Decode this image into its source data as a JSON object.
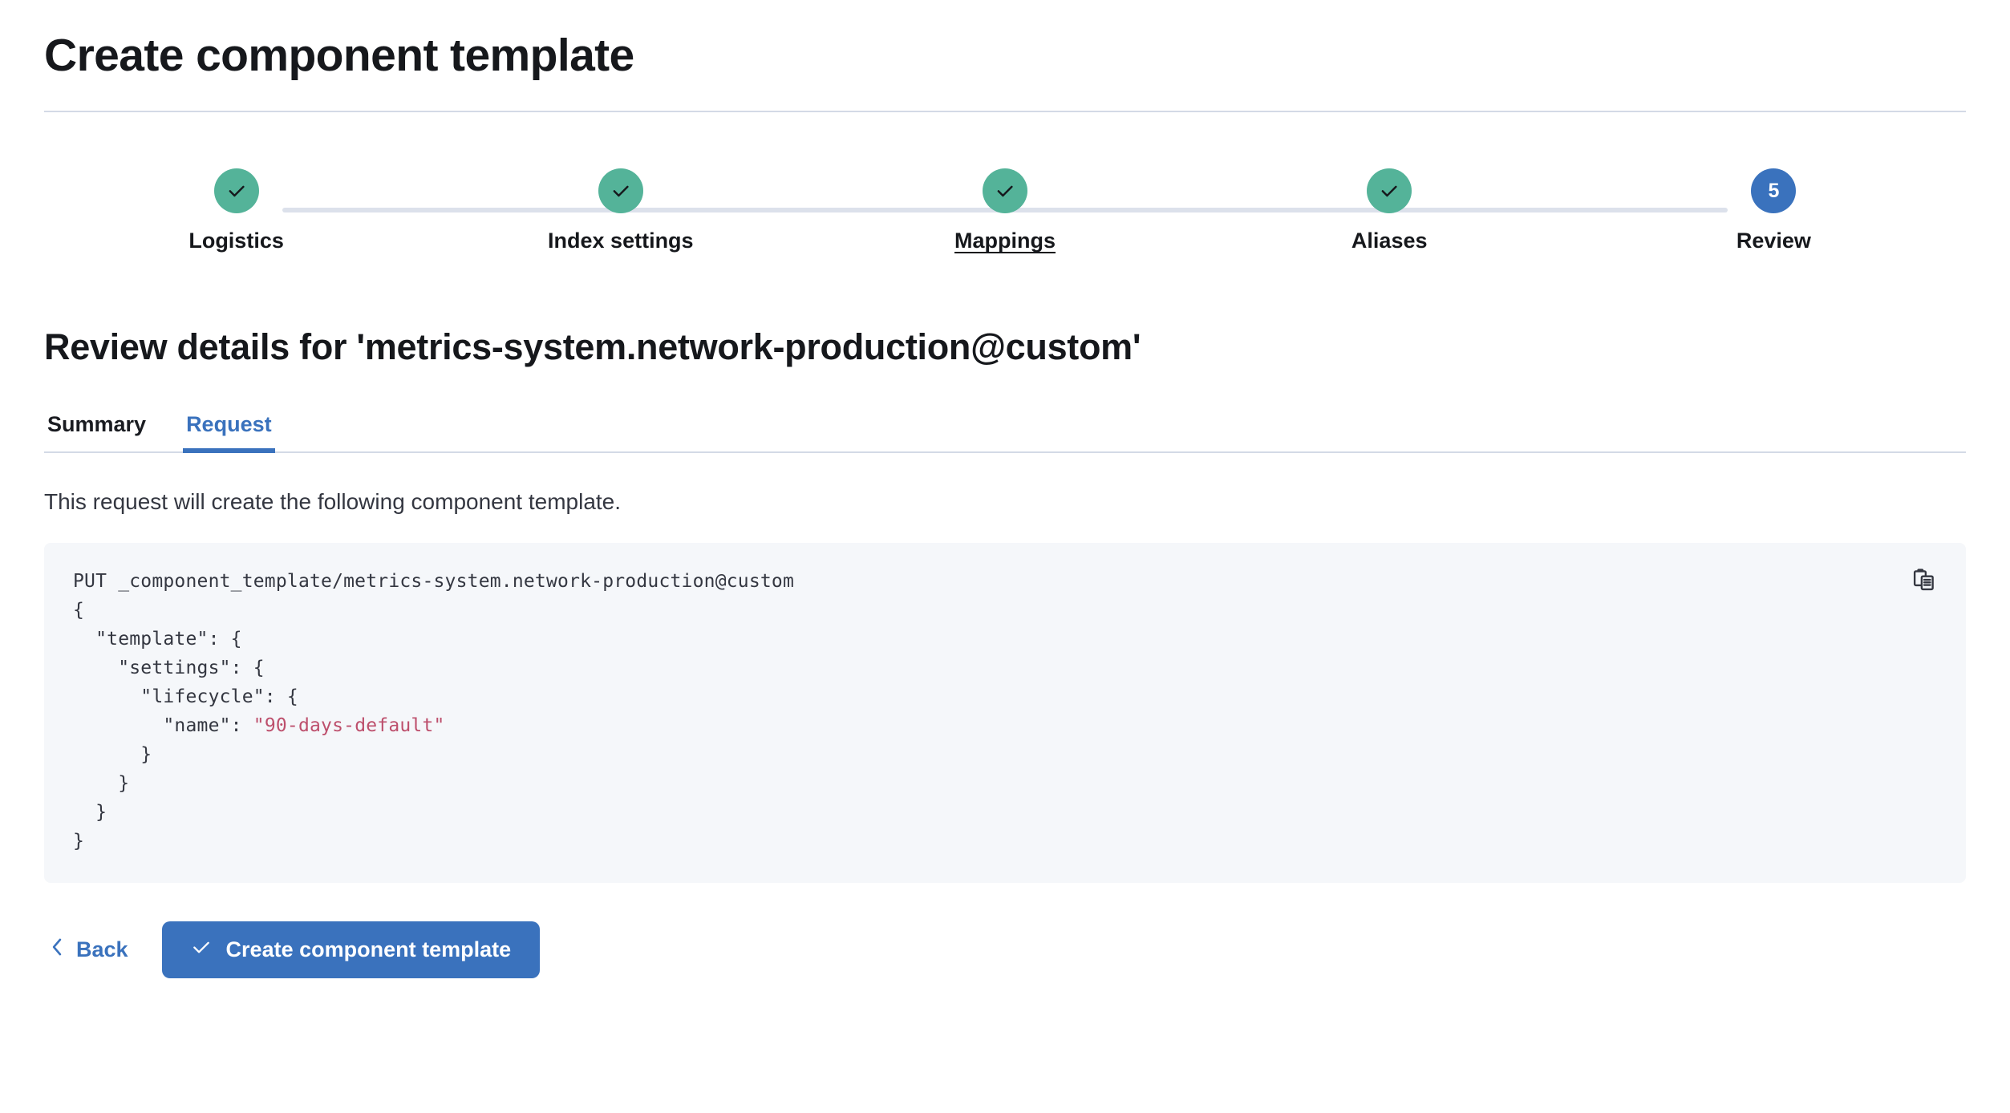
{
  "header": {
    "title": "Create component template"
  },
  "stepper": {
    "steps": [
      {
        "label": "Logistics",
        "state": "complete",
        "icon": "check-icon",
        "hovered": false
      },
      {
        "label": "Index settings",
        "state": "complete",
        "icon": "check-icon",
        "hovered": false
      },
      {
        "label": "Mappings",
        "state": "complete",
        "icon": "check-icon",
        "hovered": true
      },
      {
        "label": "Aliases",
        "state": "complete",
        "icon": "check-icon",
        "hovered": false
      },
      {
        "label": "Review",
        "state": "current",
        "number": "5",
        "hovered": false
      }
    ],
    "colors": {
      "complete": "#54B399",
      "current": "#3A72BD",
      "track": "#DCE1EB"
    }
  },
  "review": {
    "heading": "Review details for 'metrics-system.network-production@custom'",
    "tabs": [
      {
        "label": "Summary",
        "active": false
      },
      {
        "label": "Request",
        "active": true
      }
    ],
    "description": "This request will create the following component template.",
    "accent_color": "#3A72BD"
  },
  "code": {
    "copy_icon": "copy-clipboard-icon",
    "string_color": "#BD4F6C",
    "background": "#F5F7FA",
    "lines": [
      {
        "text": "PUT _component_template/metrics-system.network-production@custom"
      },
      {
        "text": "{"
      },
      {
        "text": "  \"template\": {"
      },
      {
        "text": "    \"settings\": {"
      },
      {
        "text": "      \"lifecycle\": {"
      },
      {
        "text": "        \"name\": ",
        "string": "\"90-days-default\""
      },
      {
        "text": "      }"
      },
      {
        "text": "    }"
      },
      {
        "text": "  }"
      },
      {
        "text": "}"
      }
    ]
  },
  "actions": {
    "back_label": "Back",
    "back_icon": "chevron-left-icon",
    "submit_label": "Create component template",
    "submit_icon": "check-icon"
  }
}
